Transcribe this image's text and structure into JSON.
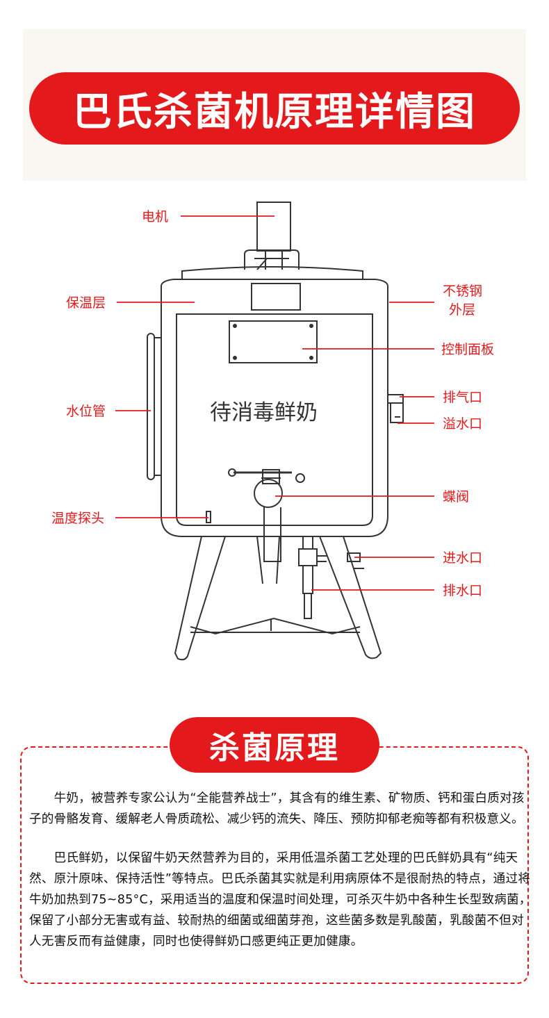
{
  "header": {
    "title": "巴氏杀菌机原理详情图"
  },
  "diagram": {
    "center_text": "待消毒鲜奶",
    "labels": {
      "motor": "电机",
      "insulation": "保温层",
      "steel_line1": "不锈钢",
      "steel_line2": "外层",
      "control_panel": "控制面板",
      "water_level_tube": "水位管",
      "exhaust": "排气口",
      "overflow": "溢水口",
      "butterfly_valve": "蝶阀",
      "temp_probe": "温度探头",
      "water_inlet": "进水口",
      "drain": "排水口"
    },
    "colors": {
      "accent": "#e3191b",
      "line": "#333333"
    }
  },
  "section": {
    "title": "杀菌原理",
    "paragraph1": "牛奶，被营养专家公认为“全能营养战士”，其含有的维生素、矿物质、钙和蛋白质对孩子的骨骼发育、缓解老人骨质疏松、减少钙的流失、降压、预防抑郁老痴等都有积极意义。",
    "paragraph2": "巴氏鲜奶，以保留牛奶天然营养为目的，采用低温杀菌工艺处理的巴氏鲜奶具有“纯天然、原汁原味、保持活性”等特点。巴氏杀菌其实就是利用病原体不是很耐热的特点，通过将牛奶加热到75~85°C，采用适当的温度和保温时间处理，可杀灭牛奶中各种生长型致病菌，保留了小部分无害或有益、较耐热的细菌或细菌芽孢，这些菌多数是乳酸菌，乳酸菌不但对人无害反而有益健康，同时也使得鲜奶口感更纯正更加健康。"
  }
}
